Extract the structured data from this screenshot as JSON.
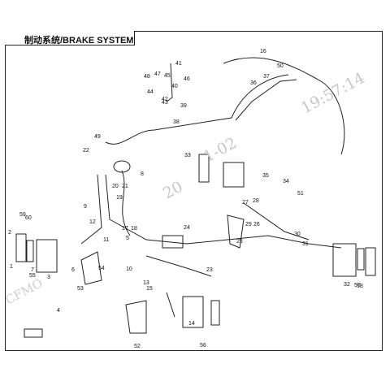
{
  "title": "制动系统/BRAKE SYSTEM",
  "watermarks": [
    "20",
    "1-02",
    "19:57:14",
    "CFMO"
  ],
  "callouts": [
    "1",
    "2",
    "3",
    "4",
    "5",
    "6",
    "7",
    "8",
    "9",
    "10",
    "11",
    "12",
    "13",
    "14",
    "15",
    "16",
    "17",
    "18",
    "19",
    "20",
    "21",
    "22",
    "23",
    "24",
    "25",
    "26",
    "27",
    "28",
    "29",
    "30",
    "31",
    "32",
    "33",
    "34",
    "35",
    "36",
    "37",
    "38",
    "39",
    "40",
    "41",
    "42",
    "43",
    "44",
    "45",
    "46",
    "47",
    "48",
    "49",
    "50",
    "51",
    "52",
    "53",
    "54",
    "55",
    "56",
    "57",
    "58",
    "59",
    "60"
  ],
  "colors": {
    "line": "#222222",
    "watermark": "#c8c8c8"
  }
}
